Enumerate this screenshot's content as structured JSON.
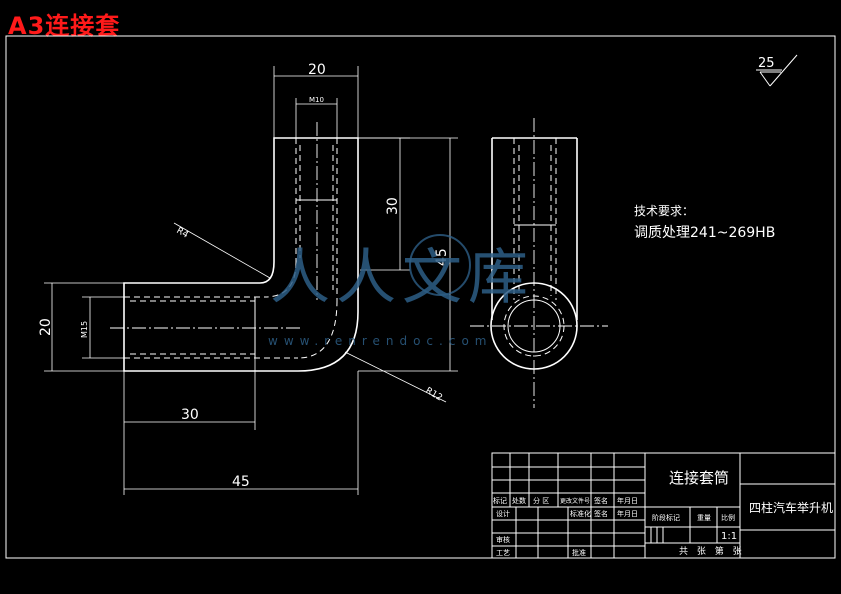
{
  "title": "A3连接套",
  "surface_symbol_value": "25",
  "dims": {
    "top_width": "20",
    "top_thread": "M10",
    "vert_30": "30",
    "vert_45": "45",
    "left_20": "20",
    "left_thread": "M15",
    "horiz_30": "30",
    "horiz_45": "45",
    "r4": "R4",
    "r12": "R12"
  },
  "tech": {
    "heading": "技术要求：",
    "treatment": "调质处理241~269HB"
  },
  "watermark": {
    "main": "人人文库",
    "url": "www.renrendoc.com"
  },
  "titleblock": {
    "part_name": "连接套筒",
    "product_name": "四柱汽车举升机",
    "row_labels": [
      "标记",
      "处数",
      "分 区",
      "更改文件号",
      "签名",
      "年月日"
    ],
    "design": "设计",
    "standardize": "标准化",
    "sign": "签名",
    "date": "年月日",
    "stage_mark": "阶段标记",
    "weight": "重量",
    "scale_label": "比例",
    "scale": "1:1",
    "review": "审核",
    "process": "工艺",
    "approve": "批准",
    "sheets": "共 张 第 张"
  }
}
